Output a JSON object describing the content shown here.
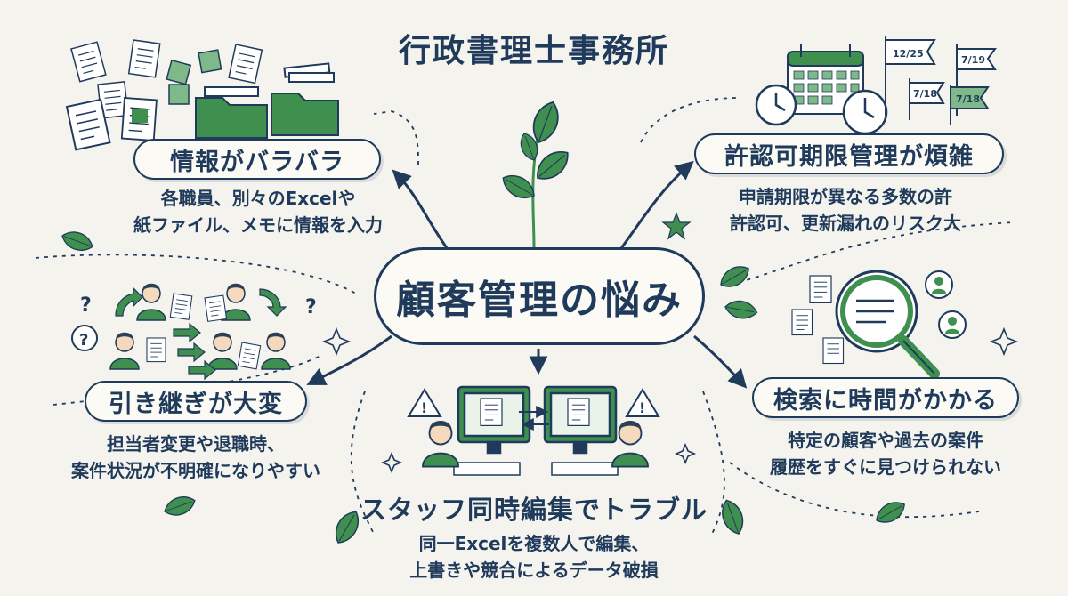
{
  "title": "行政書理士事務所",
  "center": "顧客管理の悩み",
  "cards": {
    "info": {
      "heading": "情報がバラバラ",
      "lines": [
        "各職員、別々のExcelや",
        "紙ファイル、メモに情報を入力"
      ]
    },
    "deadline": {
      "heading": "許認可期限管理が煩雑",
      "lines": [
        "申請期限が異なる多数の許",
        "許認可、更新漏れのリスク大"
      ],
      "flags": [
        "12/25",
        "7/19",
        "7/18",
        "7/18"
      ]
    },
    "handover": {
      "heading": "引き継ぎが大変",
      "lines": [
        "担当者変更や退職時、",
        "案件状況が不明確になりやすい"
      ]
    },
    "search": {
      "heading": "検索に時間がかかる",
      "lines": [
        "特定の顧客や過去の案件",
        "履歴をすぐに見つけられない"
      ]
    },
    "editing": {
      "heading": "スタッフ同時編集でトラブル",
      "lines": [
        "同一Excelを複数人で編集、",
        "上書きや競合によるデータ破損"
      ]
    }
  },
  "colors": {
    "navy": "#1f3a5a",
    "green": "#3f8f4f",
    "light_green": "#7fb98a",
    "background": "#f4f3ee"
  },
  "icons": [
    "documents-icon",
    "folder-icon",
    "calendar-icon",
    "clock-icon",
    "flag-icon",
    "people-icon",
    "magnifier-icon",
    "user-icon",
    "monitor-icon",
    "warning-icon",
    "leaf-icon",
    "sparkle-icon",
    "question-icon"
  ]
}
